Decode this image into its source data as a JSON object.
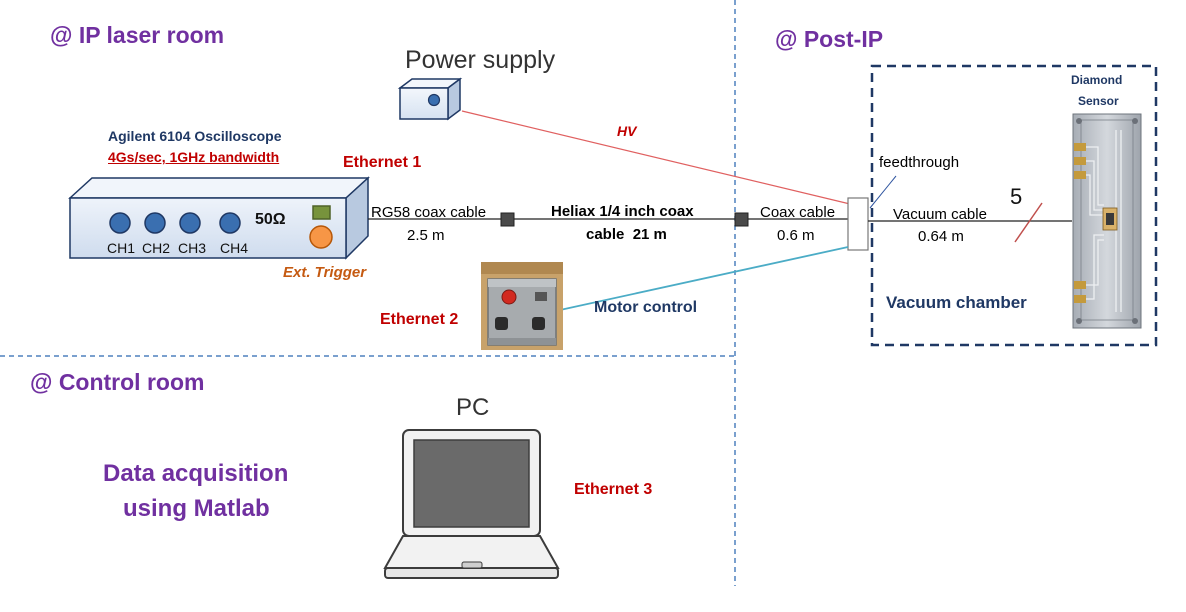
{
  "regions": {
    "ip_laser_room": "@ IP laser room",
    "post_ip": "@ Post-IP",
    "control_room": "@ Control room"
  },
  "oscilloscope": {
    "title": "Agilent 6104 Oscilloscope",
    "spec": "4Gs/sec, 1GHz bandwidth",
    "channels": [
      "CH1",
      "CH2",
      "CH3",
      "CH4"
    ],
    "impedance": "50Ω",
    "ext_trigger": "Ext. Trigger"
  },
  "power_supply": {
    "label": "Power supply",
    "hv": "HV"
  },
  "ethernet": [
    "Ethernet 1",
    "Ethernet 2",
    "Ethernet 3"
  ],
  "cables": {
    "rg58": {
      "name": "RG58 coax cable",
      "length": "2.5 m"
    },
    "heliax": {
      "line1": "Heliax 1/4 inch coax",
      "line2": "cable  21 m"
    },
    "coax": {
      "name": "Coax cable",
      "length": "0.6 m"
    },
    "vacuum": {
      "name": "Vacuum cable",
      "length": "0.64 m",
      "count": "5"
    }
  },
  "feedthrough": "feedthrough",
  "motor_control": "Motor control",
  "vacuum_chamber": "Vacuum chamber",
  "diamond_sensor": {
    "line1": "Diamond",
    "line2": "Sensor"
  },
  "pc": {
    "label": "PC"
  },
  "daq": {
    "line1": "Data acquisition",
    "line2": "using Matlab"
  },
  "colors": {
    "region_purple": "#7030a0",
    "ethernet_red": "#c00000",
    "trigger_brown": "#c55a11",
    "hv_line": "#e06060",
    "motor_line": "#4bacc6",
    "box_blue": "#1f3864",
    "divider_blue": "#4f81bd"
  }
}
